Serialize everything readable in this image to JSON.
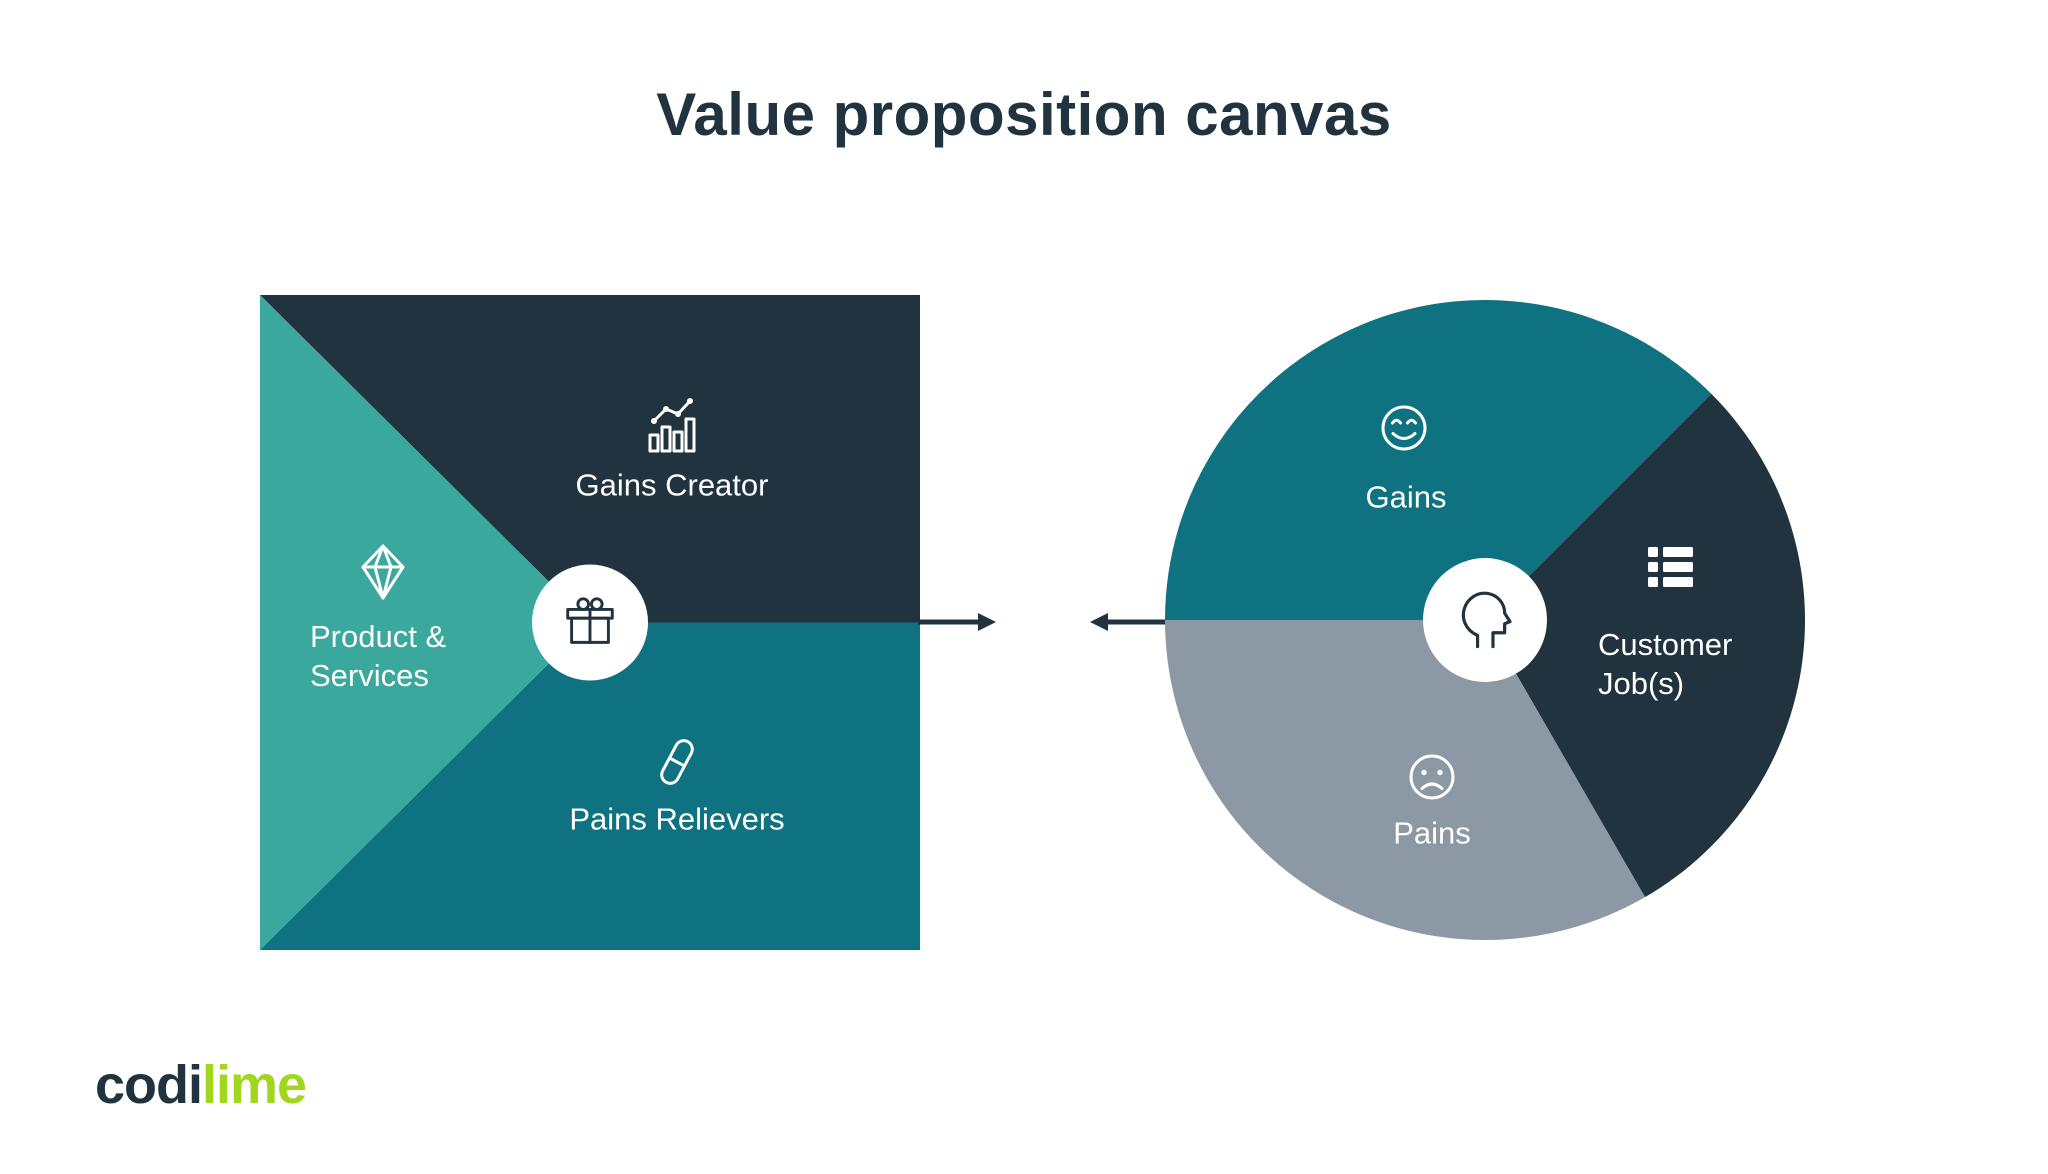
{
  "title": "Value proposition canvas",
  "value_map": {
    "center_icon": "gift-icon",
    "sections": [
      {
        "label": "Gains Creator",
        "icon": "chart-icon",
        "color": "#20333f"
      },
      {
        "label": "Product & Services",
        "icon": "diamond-icon",
        "color": "#3aa89c"
      },
      {
        "label": "Pains Relievers",
        "icon": "pill-icon",
        "color": "#0f7280"
      }
    ]
  },
  "customer_profile": {
    "center_icon": "head-icon",
    "sections": [
      {
        "label": "Gains",
        "icon": "smiley-icon",
        "color": "#0f7280"
      },
      {
        "label": "Customer Job(s)",
        "icon": "list-icon",
        "color": "#20333f"
      },
      {
        "label": "Pains",
        "icon": "sad-face-icon",
        "color": "#8c99a5"
      }
    ]
  },
  "logo": {
    "part1": "codi",
    "part2": "lime"
  },
  "colors": {
    "navy": "#20333f",
    "teal_light": "#3aa89c",
    "teal_dark": "#0f7280",
    "gray": "#8c99a5",
    "lime": "#a0d71e"
  }
}
